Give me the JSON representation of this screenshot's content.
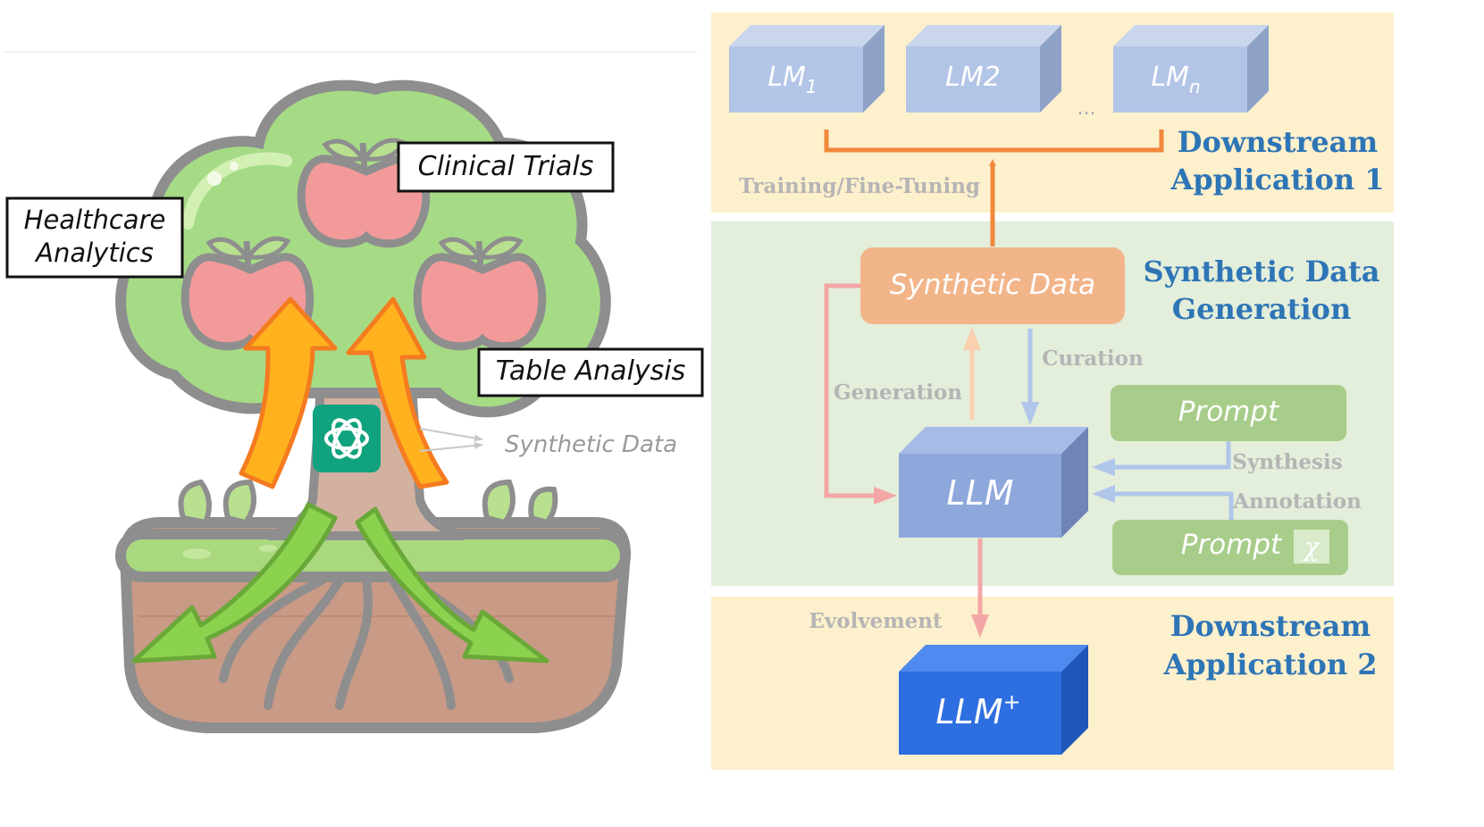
{
  "colors": {
    "downstream_bg": "#fdf0cc",
    "synthetic_bg": "#e3eedb",
    "lm_box": "#b2c5e6",
    "llm_box": "#8ea8dc",
    "llm_plus_box": "#2d6ee0",
    "synthetic_data_box": "#f2b58a",
    "prompt_box": "#a8cd8a",
    "orange_arrow": "#f0883c",
    "pink_arrow": "#f4a6a6",
    "blue_arrow": "#b0c6ea",
    "section_title": "#2e75b6"
  },
  "left": {
    "labels": {
      "healthcare": [
        "Healthcare",
        "Analytics"
      ],
      "clinical": "Clinical Trials",
      "table": "Table Analysis",
      "synthetic": "Synthetic Data"
    },
    "icons": [
      "tree-icon",
      "apple-icon",
      "openai-logo-icon"
    ]
  },
  "right": {
    "sections": {
      "downstream1": [
        "Downstream",
        "Application 1"
      ],
      "synthetic": [
        "Synthetic Data",
        "Generation"
      ],
      "downstream2": [
        "Downstream",
        "Application 2"
      ]
    },
    "models": {
      "lm1": {
        "base": "LM",
        "sub": "1"
      },
      "lm2": {
        "base": "LM2",
        "sub": ""
      },
      "lmn": {
        "base": "LM",
        "sub": "n"
      },
      "ellipsis": "...",
      "llm": "LLM",
      "llm_plus": {
        "base": "LLM",
        "sup": "+"
      }
    },
    "boxes": {
      "synthetic_data": "Synthetic Data",
      "prompt1": "Prompt",
      "prompt2": "Prompt",
      "prompt2_symbol": "χ"
    },
    "edge_labels": {
      "training": "Training/Fine-Tuning",
      "generation": "Generation",
      "curation": "Curation",
      "synthesis": "Synthesis",
      "annotation": "Annotation",
      "evolvement": "Evolvement"
    }
  }
}
